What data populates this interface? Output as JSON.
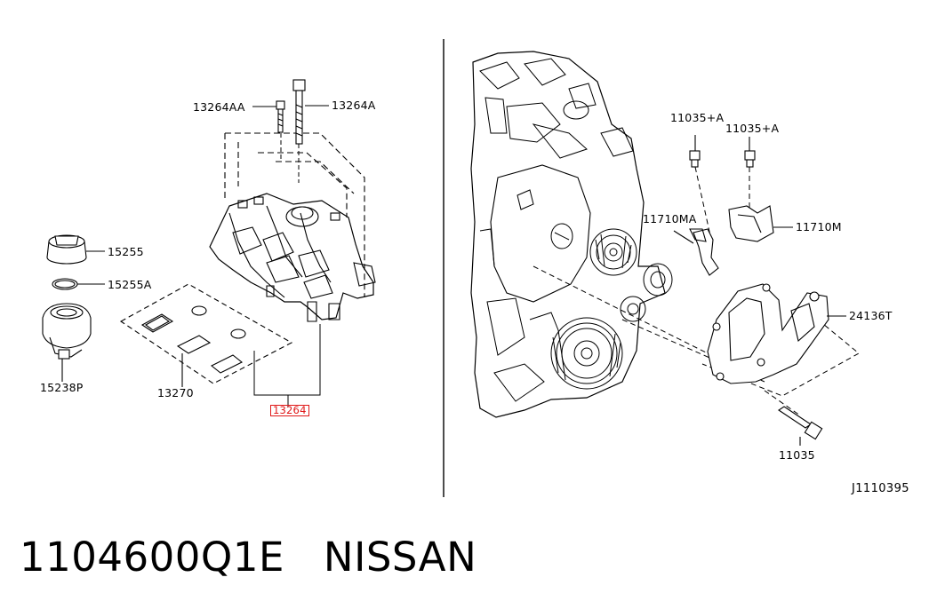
{
  "callouts": {
    "c_13264AA": "13264AA",
    "c_13264A": "13264A",
    "c_15255": "15255",
    "c_15255A": "15255A",
    "c_15238P": "15238P",
    "c_13270": "13270",
    "c_13264": "13264",
    "c_11035A_left": "11035+A",
    "c_11035A_right": "11035+A",
    "c_11710MA": "11710MA",
    "c_11710M": "11710M",
    "c_24136T": "24136T",
    "c_11035": "11035"
  },
  "diagram_ref": "J1110395",
  "caption": {
    "part_number": "1104600Q1E",
    "brand": "NISSAN"
  },
  "colors": {
    "highlight": "#e01818",
    "line": "#000000"
  }
}
